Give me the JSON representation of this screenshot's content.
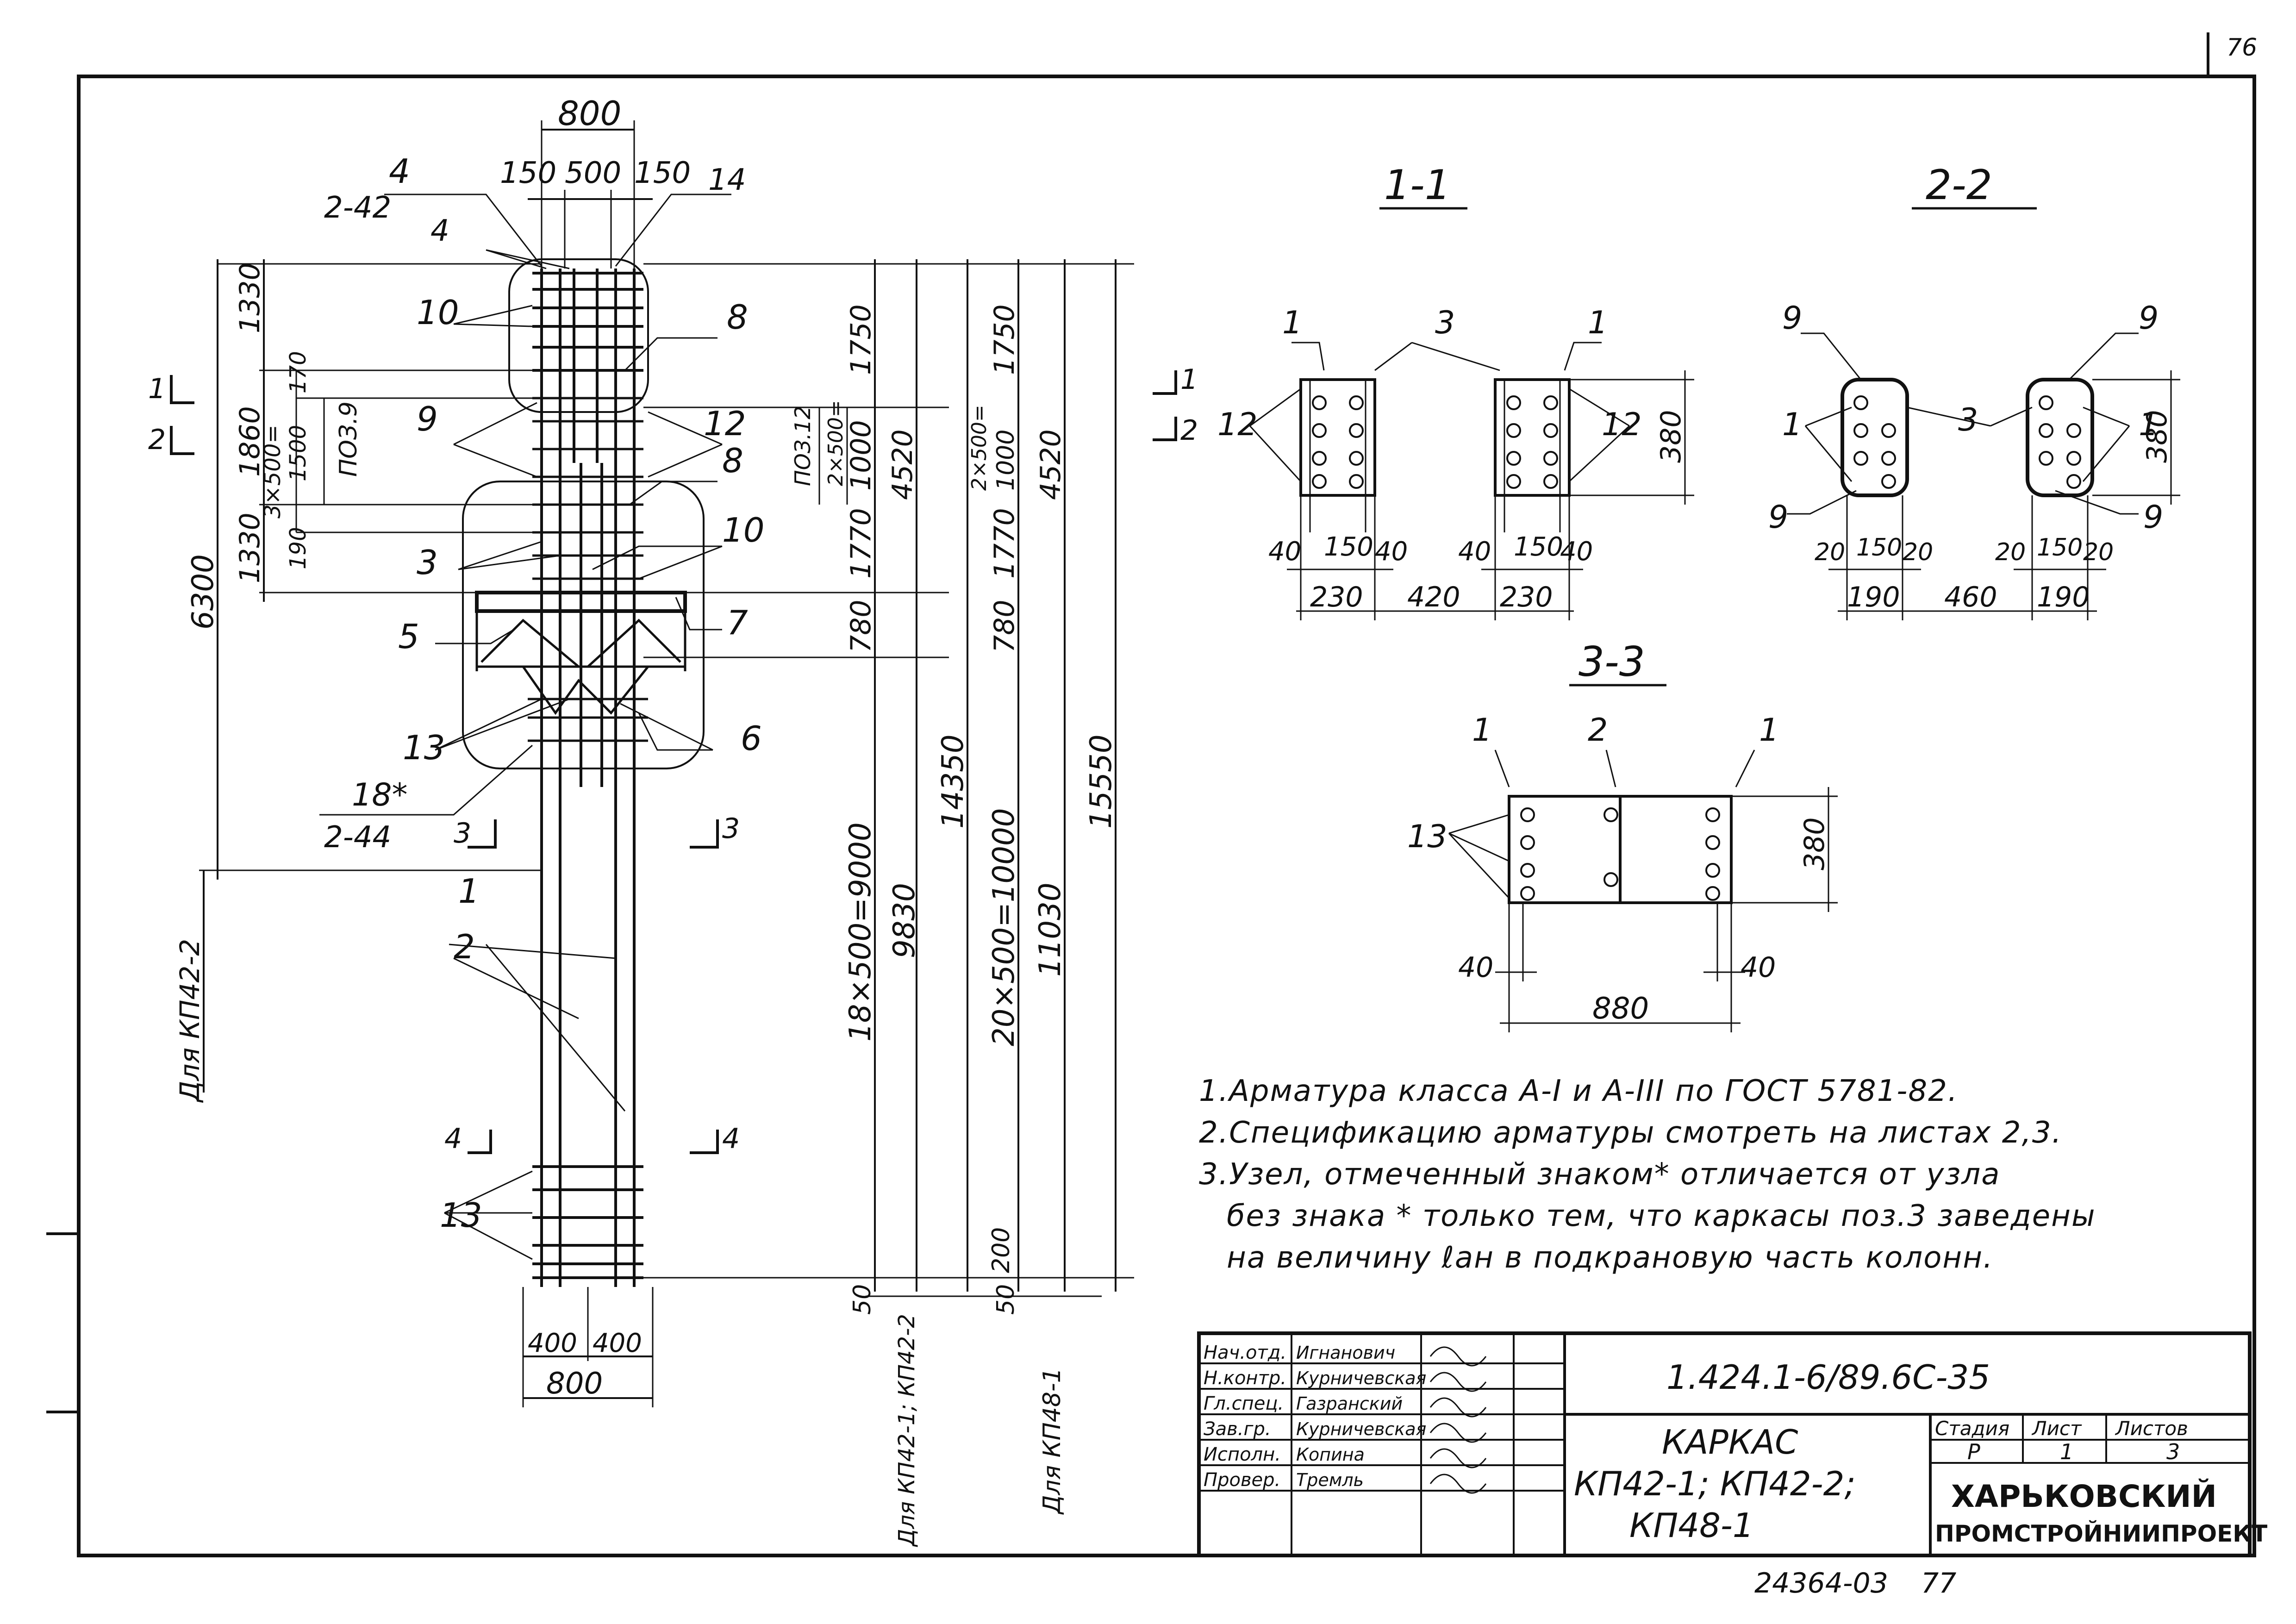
{
  "sheet": {
    "page_number": "76",
    "archive_number": "24364-03",
    "archive_page": "77"
  },
  "main_view": {
    "overall_width_top": "800",
    "width_split_top": [
      "150",
      "500",
      "150"
    ],
    "bottom_split": [
      "400",
      "400"
    ],
    "overall_width_bottom": "800",
    "left_dims": [
      "1330",
      "1860",
      "1330",
      "6300"
    ],
    "inner_left_dims": [
      "170",
      "3×500=",
      "1500",
      "190"
    ],
    "pos_label_9": "ПОЗ.9",
    "callout_2_42": "2-42",
    "callout_2_44": "2-44",
    "callout_18": "18*",
    "label_for_kp42_2": "Для КП42-2",
    "section_marks": [
      "1",
      "2",
      "3",
      "3",
      "4",
      "4",
      "1",
      "2"
    ],
    "positions": [
      "4",
      "4",
      "14",
      "10",
      "8",
      "9",
      "12",
      "8",
      "3",
      "10",
      "5",
      "7",
      "13",
      "6",
      "1",
      "2",
      "13"
    ]
  },
  "right_dims": {
    "col1": [
      "1750",
      "1000",
      "1770",
      "780"
    ],
    "col1_inner": [
      "ПОЗ.12",
      "2×500="
    ],
    "col1_total": "4520",
    "col2": [
      "1750",
      "2×500=",
      "1000",
      "1770",
      "780"
    ],
    "col2_total": "4520",
    "long_dims": [
      "18×500=9000",
      "9830",
      "14350",
      "20×500=10000",
      "11030",
      "15550"
    ],
    "bottom_small": [
      "200",
      "50",
      "50"
    ],
    "label_kp42_1_kp42_2": "Для КП42-1; КП42-2",
    "label_kp48_1": "Для КП48-1"
  },
  "section_1_1": {
    "title": "1-1",
    "positions": [
      "1",
      "3",
      "1",
      "12",
      "12"
    ],
    "dims_bottom": [
      "40",
      "150",
      "40",
      "40",
      "150",
      "40"
    ],
    "dims_overall": [
      "230",
      "420",
      "230"
    ],
    "height": "380"
  },
  "section_2_2": {
    "title": "2-2",
    "positions": [
      "9",
      "9",
      "1",
      "3",
      "1",
      "9",
      "9"
    ],
    "dims_bottom": [
      "20",
      "150",
      "20",
      "20",
      "150",
      "20"
    ],
    "dims_overall": [
      "190",
      "460",
      "190"
    ],
    "height": "380"
  },
  "section_3_3": {
    "title": "3-3",
    "positions": [
      "1",
      "2",
      "1",
      "13"
    ],
    "dims": [
      "40",
      "40",
      "880"
    ],
    "height": "380"
  },
  "notes": [
    "1.Арматура класса А-I и А-III по ГОСТ 5781-82.",
    "2.Спецификацию арматуры смотреть на листах 2,3.",
    "3.Узел, отмеченный знаком* отличается от узла",
    "без знака * только тем, что каркасы поз.3 заведены",
    "на величину ℓан в подкрановую часть колонн."
  ],
  "title_block": {
    "roles": [
      "Нач.отд.",
      "Н.контр.",
      "Гл.спец.",
      "Зав.гр.",
      "Исполн.",
      "Провер."
    ],
    "names": [
      "Игнанович",
      "Курничевская",
      "Газранский",
      "Курничевская",
      "Копина",
      "Тремль"
    ],
    "doc_code": "1.424.1-6/89.6С-35",
    "title_lines": [
      "КАРКАС",
      "КП42-1; КП42-2;",
      "КП48-1"
    ],
    "stage_header": "Стадия",
    "sheet_header": "Лист",
    "sheets_header": "Листов",
    "stage": "Р",
    "sheet": "1",
    "sheets": "3",
    "org_line1": "ХАРЬКОВСКИЙ",
    "org_line2": "ПРОМСТРОЙНИИПРОЕКТ"
  }
}
